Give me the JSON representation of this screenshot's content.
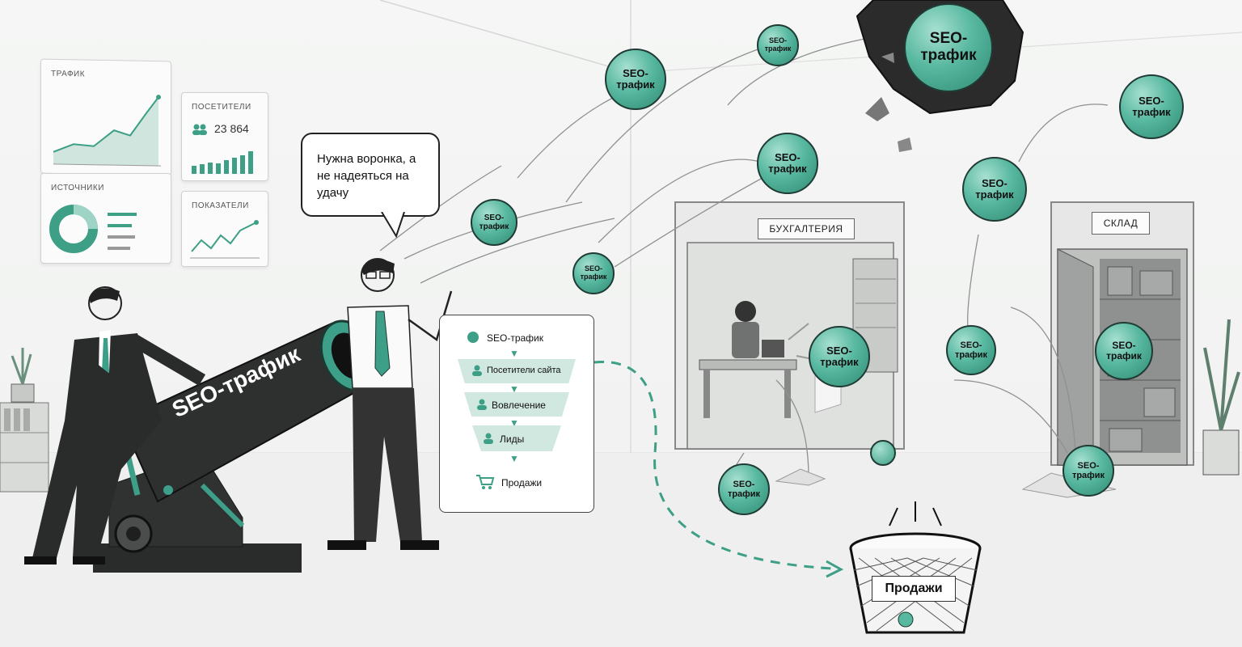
{
  "dashboard": {
    "traffic_title": "ТРАФИК",
    "visitors_title": "ПОСЕТИТЕЛИ",
    "visitors_count": "23 864",
    "sources_title": "ИСТОЧНИКИ",
    "metrics_title": "ПОКАЗАТЕЛИ"
  },
  "speech_bubble": {
    "text": "Нужна воронка, а не надеяться на удачу"
  },
  "funnel": {
    "steps": [
      "SEO-трафик",
      "Посетители сайта",
      "Вовлечение",
      "Лиды",
      "Продажи"
    ]
  },
  "cannon": {
    "label": "SEO-трафик"
  },
  "doors": {
    "accounting": "БУХГАЛТЕРИЯ",
    "warehouse": "СКЛАД"
  },
  "ball_label": "SEO-трафик",
  "basket": {
    "label": "Продажи"
  },
  "colors": {
    "accent": "#58b8a0",
    "accent_dark": "#2f8a74",
    "line": "#222222"
  }
}
